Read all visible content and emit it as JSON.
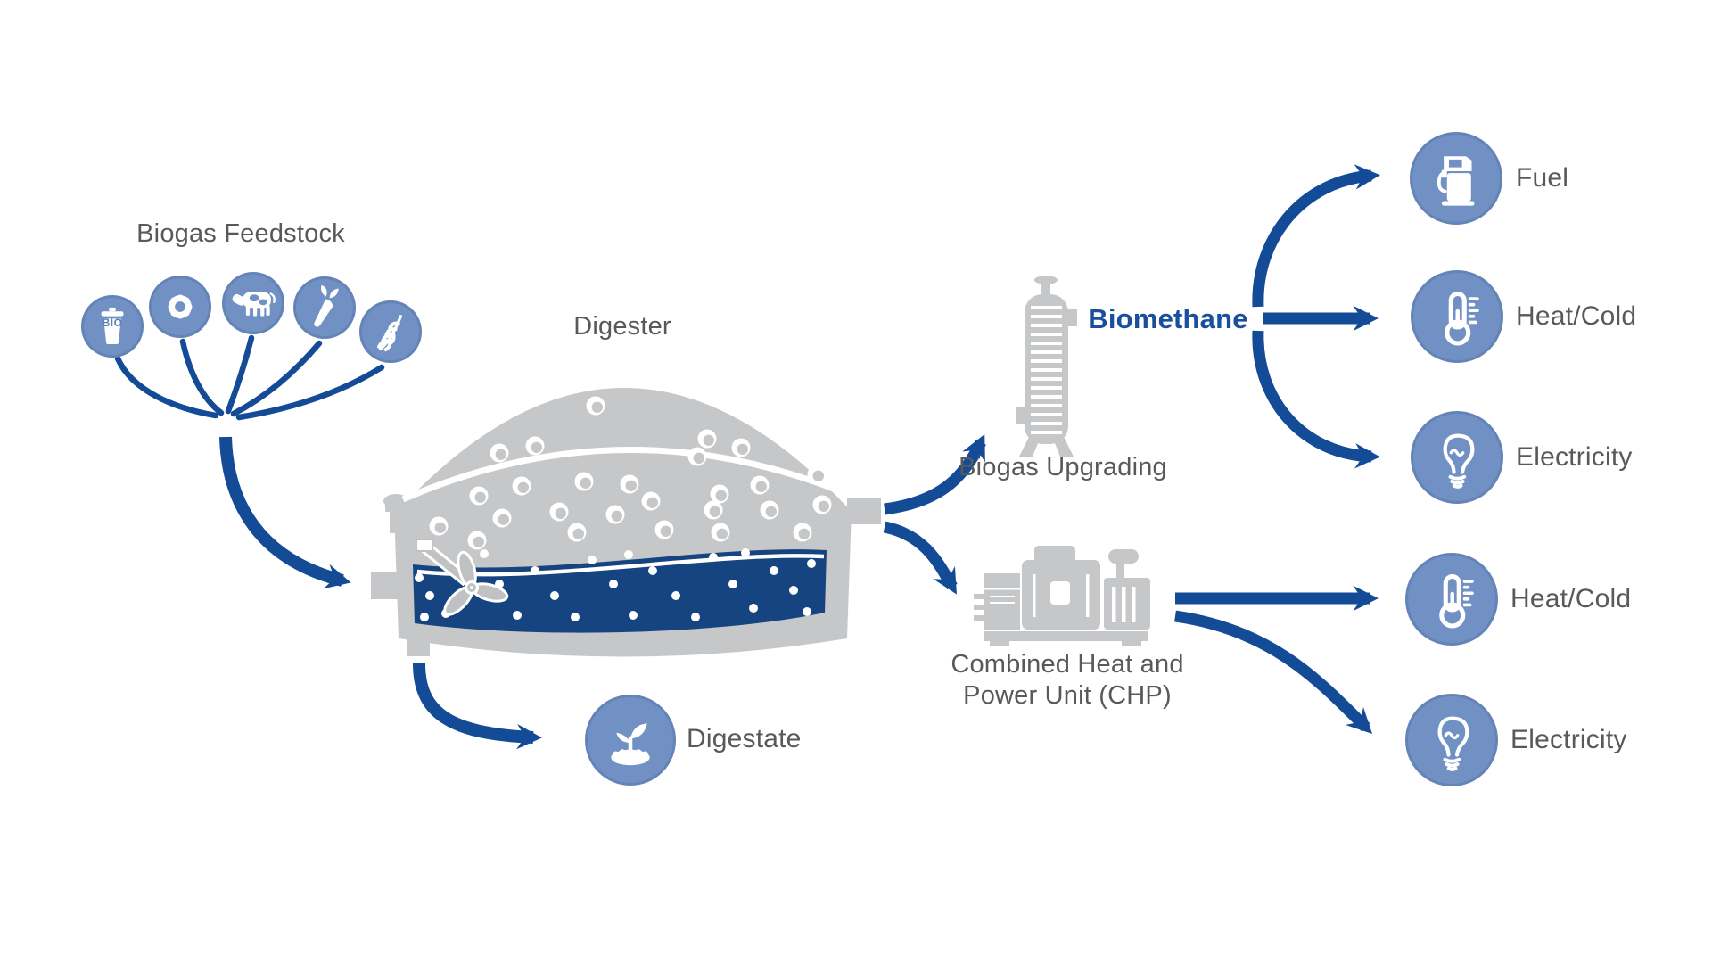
{
  "colors": {
    "arrow_navy": "#144b96",
    "liquid_navy": "#164480",
    "icon_circle_blue": "#7191c5",
    "machine_gray": "#c6c7c9",
    "label_gray": "#58595b",
    "biomethane_text": "#1a4f9e",
    "background": "#ffffff"
  },
  "feedstock": {
    "title": "Biogas Feedstock",
    "icons": [
      {
        "name": "bio-waste-bin",
        "text": "BIO"
      },
      {
        "name": "gear"
      },
      {
        "name": "cow"
      },
      {
        "name": "carrot"
      },
      {
        "name": "wheat"
      }
    ]
  },
  "digester": {
    "label": "Digester"
  },
  "upgrading": {
    "label": "Biogas Upgrading"
  },
  "biomethane": {
    "label": "Biomethane"
  },
  "chp": {
    "label_line1": "Combined Heat and",
    "label_line2": "Power Unit (CHP)"
  },
  "digestate": {
    "label": "Digestate"
  },
  "biomethane_outputs": [
    {
      "label": "Fuel",
      "icon": "fuel-pump"
    },
    {
      "label": "Heat/Cold",
      "icon": "thermometer"
    },
    {
      "label": "Electricity",
      "icon": "light-bulb"
    }
  ],
  "chp_outputs": [
    {
      "label": "Heat/Cold",
      "icon": "thermometer"
    },
    {
      "label": "Electricity",
      "icon": "light-bulb"
    }
  ]
}
